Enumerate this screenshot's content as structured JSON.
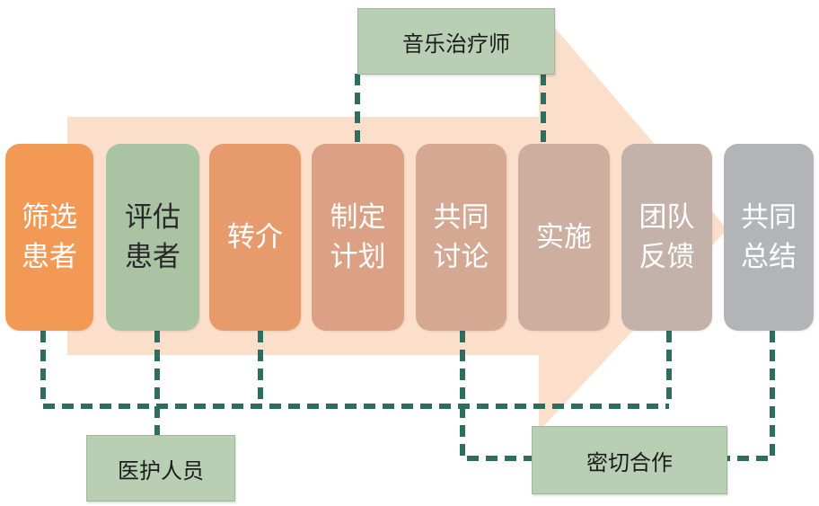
{
  "diagram": {
    "top_label": "音乐治疗师",
    "bottom_left_label": "医护人员",
    "bottom_right_label": "密切合作",
    "steps": [
      {
        "label": "筛选患者",
        "color": "#f29a55"
      },
      {
        "label": "评估患者",
        "color": "#a9c3a3",
        "text_color": "#2a2a2a"
      },
      {
        "label": "转介",
        "color": "#e79b6c"
      },
      {
        "label": "制定计划",
        "color": "#dca184"
      },
      {
        "label": "共同讨论",
        "color": "#d5a893"
      },
      {
        "label": "实施",
        "color": "#ceae9f"
      },
      {
        "label": "团队反馈",
        "color": "#c3b1aa"
      },
      {
        "label": "共同总结",
        "color": "#b2b4b7"
      }
    ],
    "colors": {
      "arrow": "#fbd9c2",
      "dash": "#2f6d5f",
      "label_box": "#b9cfb4"
    }
  }
}
